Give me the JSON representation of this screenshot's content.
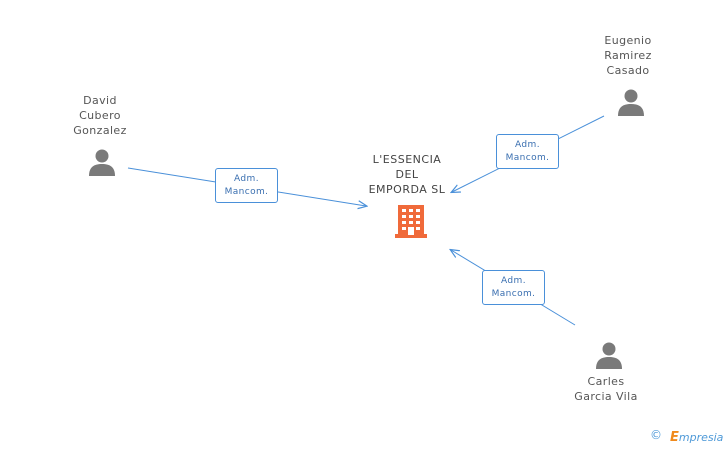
{
  "company": {
    "name_lines": [
      "L'ESSENCIA",
      "DEL",
      "EMPORDA SL"
    ],
    "icon": "building-icon",
    "color": "#f06a3a"
  },
  "persons": [
    {
      "name_lines": [
        "David",
        "Cubero",
        "Gonzalez"
      ],
      "icon": "person-icon"
    },
    {
      "name_lines": [
        "Eugenio",
        "Ramirez",
        "Casado"
      ],
      "icon": "person-icon"
    },
    {
      "name_lines": [
        "Carles",
        "Garcia Vila"
      ],
      "icon": "person-icon"
    }
  ],
  "relations": [
    {
      "line1": "Adm.",
      "line2": "Mancom."
    },
    {
      "line1": "Adm.",
      "line2": "Mancom."
    },
    {
      "line1": "Adm.",
      "line2": "Mancom."
    }
  ],
  "footer": {
    "copyright": "©",
    "brand_initial": "E",
    "brand_rest": "mpresia"
  },
  "colors": {
    "edge": "#4a90d9",
    "person": "#7a7a7a",
    "text": "#555555"
  }
}
